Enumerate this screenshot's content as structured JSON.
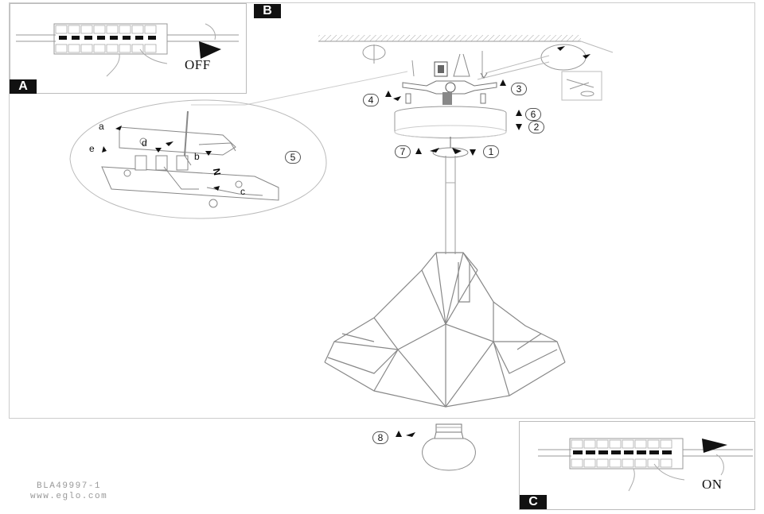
{
  "panels": {
    "a": {
      "label": "A",
      "state_text": "OFF"
    },
    "b": {
      "label": "B"
    },
    "c": {
      "label": "C",
      "state_text": "ON"
    }
  },
  "steps": [
    "1",
    "2",
    "3",
    "4",
    "5",
    "6",
    "7",
    "8"
  ],
  "wire_letters": [
    "a",
    "b",
    "c",
    "d",
    "e"
  ],
  "wire_tag": "N",
  "footer": {
    "model": "BLA49997-1",
    "website": "www.eglo.com"
  }
}
